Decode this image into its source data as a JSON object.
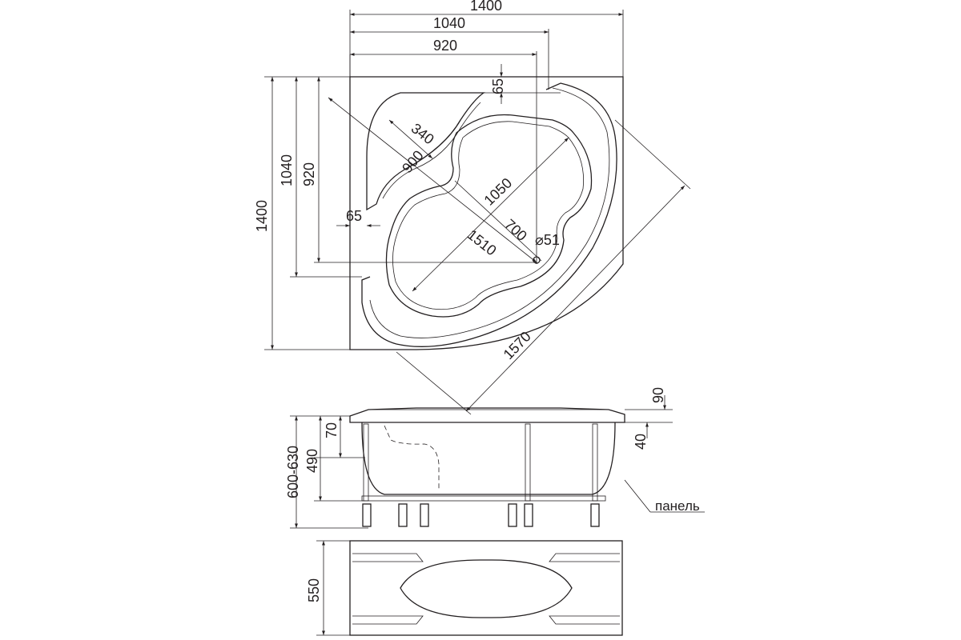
{
  "top_view": {
    "width_overall": "1400",
    "width_mid": "1040",
    "width_inner": "920",
    "rim_top": "65",
    "depth_overall": "1400",
    "depth_mid": "1040",
    "depth_inner": "920",
    "rim_left": "65",
    "armrest_340": "340",
    "armrest_900": "900",
    "diag_1050": "1050",
    "diag_700": "700",
    "drain": "⌀51",
    "diag_1510": "1510",
    "diag_1570": "1570"
  },
  "side_view": {
    "height_range": "600-630",
    "height_490": "490",
    "height_70": "70",
    "rim_90": "90",
    "rim_40": "40",
    "panel_label": "панель"
  },
  "panel_view": {
    "height_550": "550"
  }
}
